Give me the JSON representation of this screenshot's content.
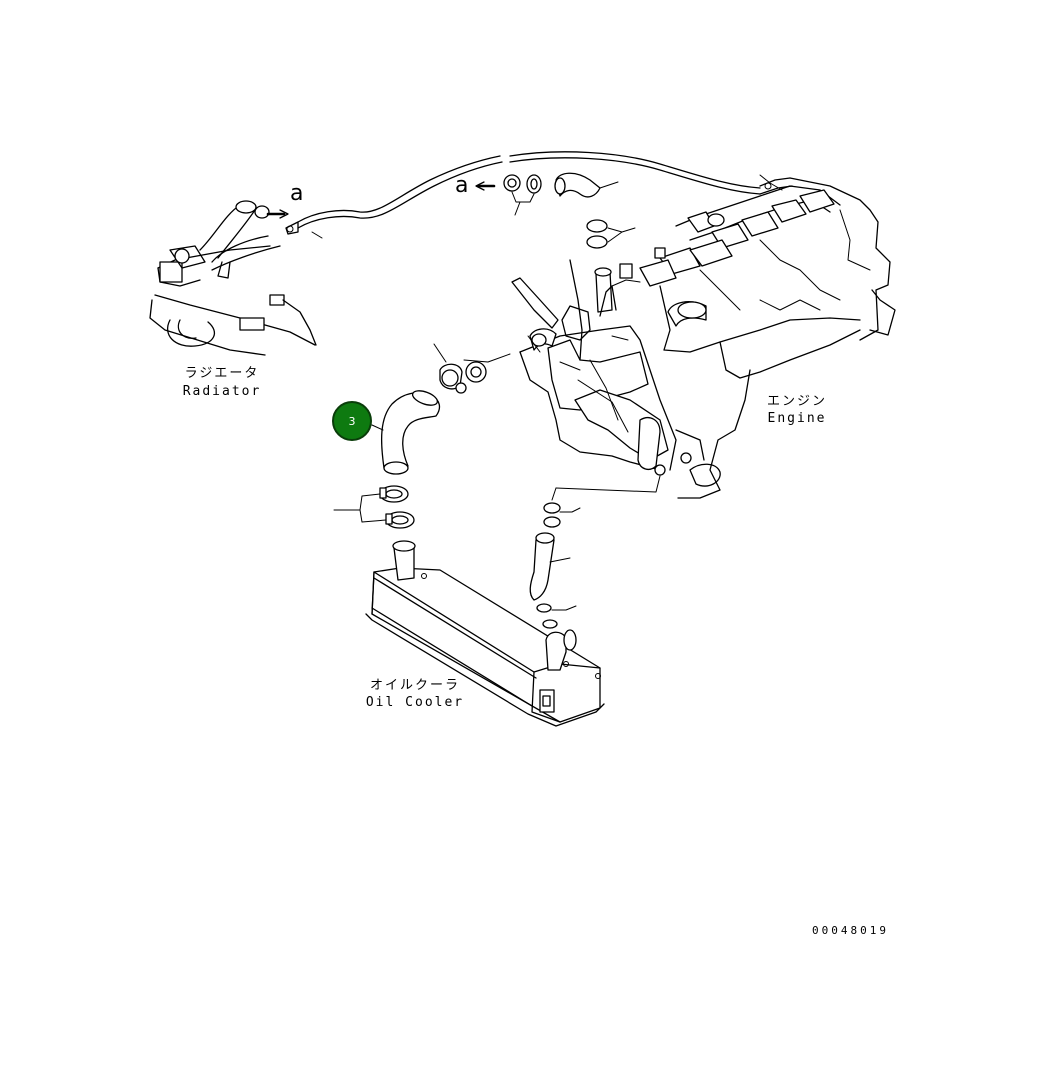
{
  "labels": {
    "radiator_jp": "ラジエータ",
    "radiator_en": "Radiator",
    "engine_jp": "エンジン",
    "engine_en": "Engine",
    "oil_cooler_jp": "オイルクーラ",
    "oil_cooler_en": "Oil Cooler"
  },
  "reference_marks": {
    "left": "a",
    "center": "a"
  },
  "callout": {
    "number": "3",
    "color": "#0e7a10"
  },
  "document_number": "00048019"
}
